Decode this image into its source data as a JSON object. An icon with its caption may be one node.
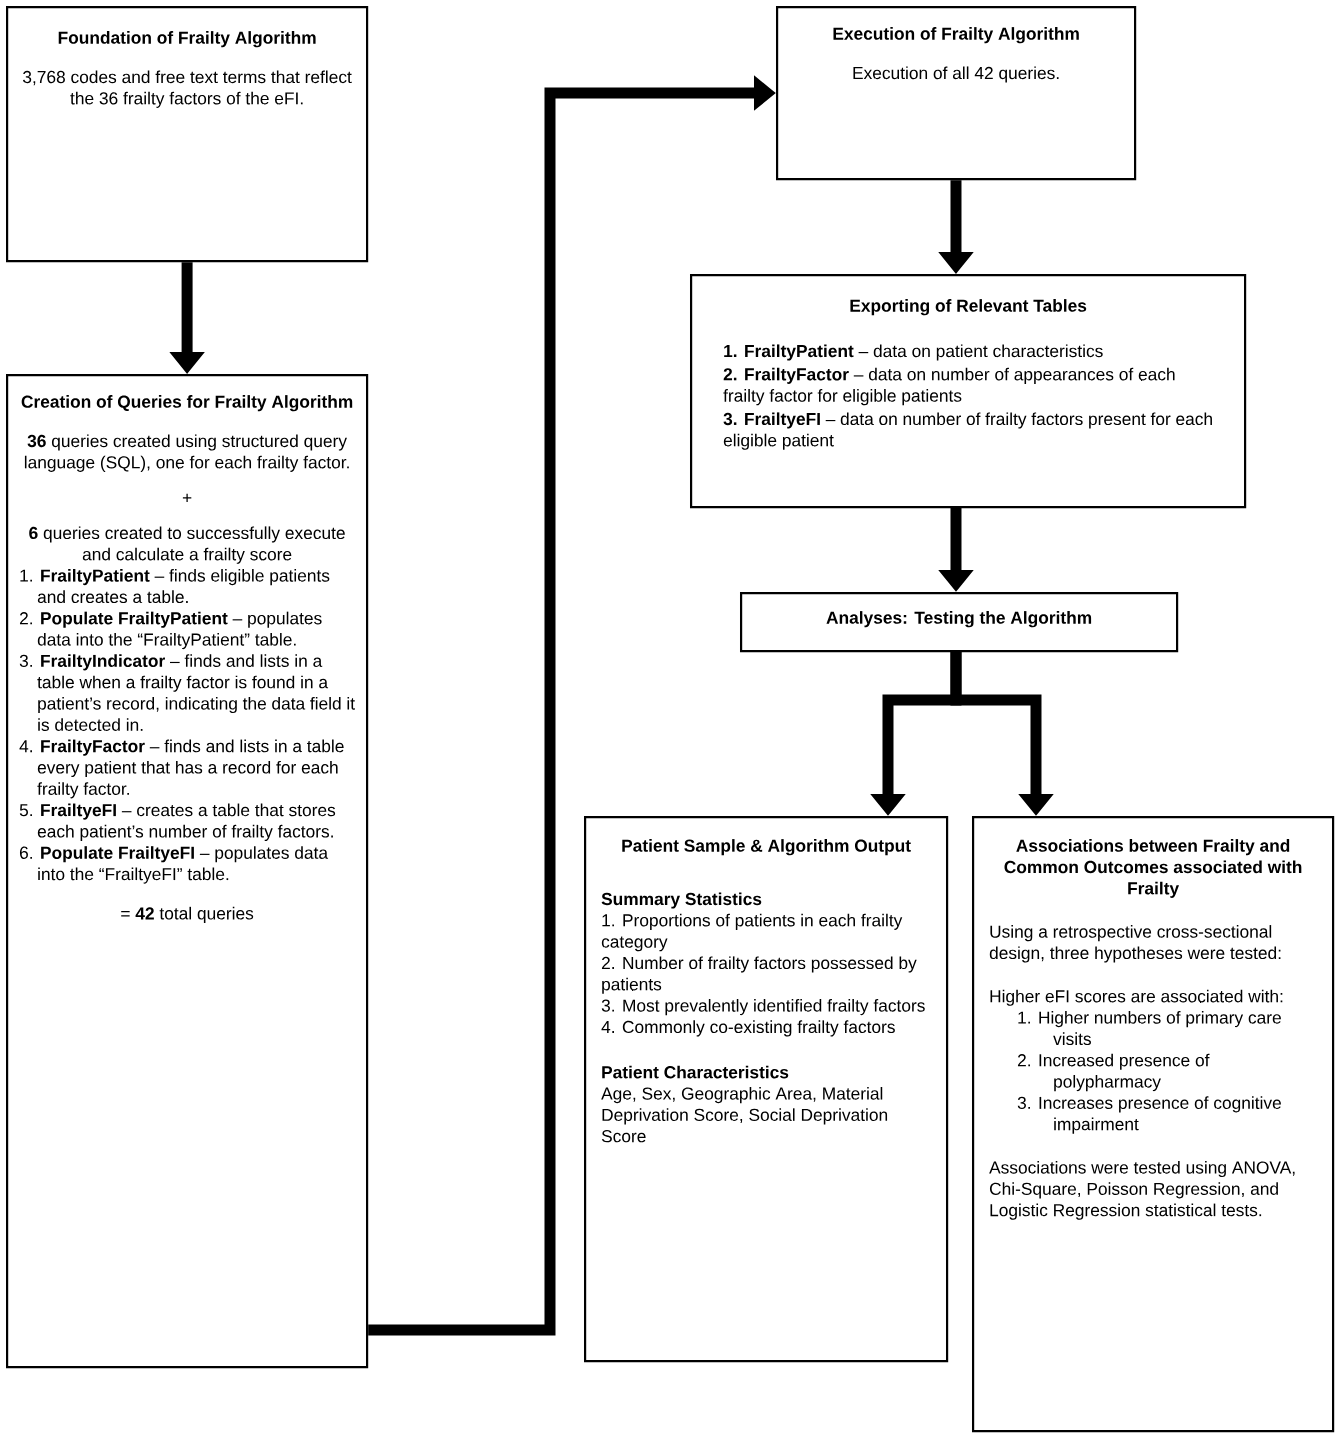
{
  "diagram": {
    "nodes": [
      {
        "text": [
          "Foundation of Frailty Algorithm",
          "3,768 codes and free text terms that reflect the 36 frailty factors of the eFI."
        ]
      },
      {
        "text": [
          "Creation of Queries for Frailty Algorithm",
          "**36** queries created using structured query language (SQL), one for each frailty factor.",
          "+",
          "**6** queries created to successfully execute and calculate a frailty score",
          "1. **FrailtyPatient** – finds eligible patients and creates a table.",
          "2. **Populate FrailtyPatient** – populates data into the “FrailtyPatient” table.",
          "3. **FrailtyIndicator** – finds and lists in a table when a frailty factor is found in a patient’s record, indicating the data field it is detected in.",
          "4. **FrailtyFactor** – finds and lists in a table every patient that has a record for each frailty factor.",
          "5. **FrailtyeFI** – creates a table that stores each patient’s number of frailty factors.",
          "6. **Populate FrailtyeFI** – populates data into the “FrailtyeFI” table.",
          "= **42** total queries"
        ]
      },
      {
        "text": [
          "Execution of Frailty Algorithm",
          "Execution of all 42 queries."
        ]
      },
      {
        "text": [
          "Exporting of Relevant Tables",
          "**1. FrailtyPatient** – data on patient characteristics",
          "**2. FrailtyFactor** – data on number of appearances of each frailty factor for eligible patients",
          "**3. FrailtyeFI** – data on number of frailty factors present for each eligible patient"
        ]
      },
      {
        "text": [
          "Analyses: Testing the Algorithm"
        ]
      },
      {
        "text": [
          "Patient Sample & Algorithm Output",
          "Summary Statistics",
          "1. Proportions of patients in each frailty category",
          "2. Number of frailty factors possessed by patients",
          "3. Most prevalently identified frailty factors",
          "4. Commonly co-existing frailty factors",
          "Patient Characteristics",
          "Age, Sex, Geographic Area, Material Deprivation Score, Social Deprivation Score"
        ]
      },
      {
        "text": [
          "Associations between Frailty and Common Outcomes associated with Frailty",
          "Using a retrospective cross-sectional design, three hypotheses were tested:",
          "Higher eFI scores are associated with:",
          "1. Higher numbers of primary care visits",
          "2. Increased presence of polypharmacy",
          "3. Increases presence of cognitive impairment",
          "Associations were tested using ANOVA, Chi-Square, Poisson Regression, and Logistic Regression statistical tests."
        ]
      }
    ],
    "edges": [
      {
        "from": 0,
        "to": 1,
        "arrow": "to"
      },
      {
        "from": 1,
        "to": 2,
        "arrow": "to"
      },
      {
        "from": 2,
        "to": 3,
        "arrow": "to"
      },
      {
        "from": 3,
        "to": 4,
        "arrow": "to"
      },
      {
        "from": 4,
        "to": 5,
        "arrow": "to"
      },
      {
        "from": 4,
        "to": 6,
        "arrow": "to"
      }
    ]
  }
}
